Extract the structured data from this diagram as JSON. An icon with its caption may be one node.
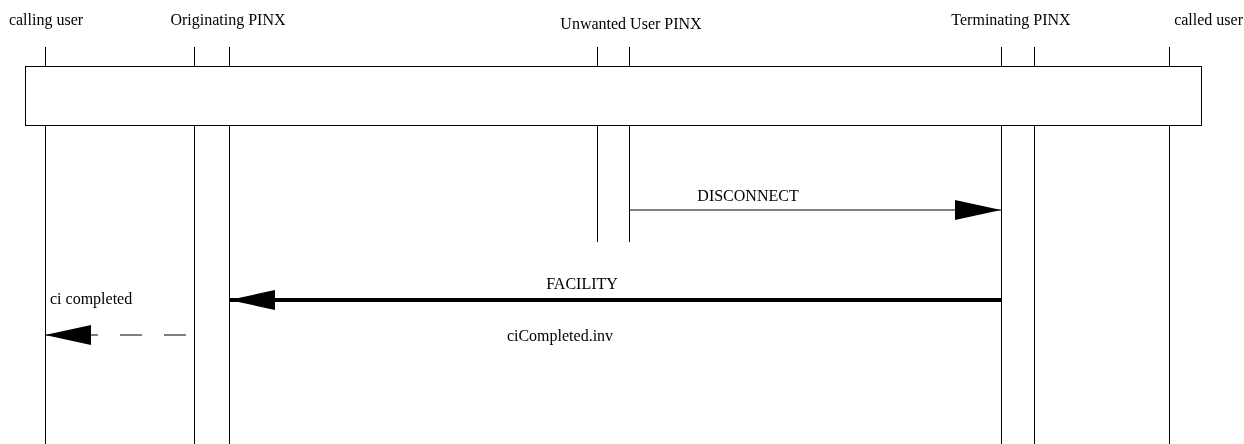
{
  "diagram": {
    "nodes": [
      {
        "text": [
          "calling user"
        ]
      },
      {
        "text": [
          "Originating PINX"
        ]
      },
      {
        "text": [
          "Unwanted User PINX"
        ]
      },
      {
        "text": [
          "Terminating PINX"
        ]
      },
      {
        "text": [
          "called user"
        ]
      },
      {
        "text": [],
        "shape": "box"
      }
    ],
    "edges": [
      {
        "from": 2,
        "to": 3,
        "arrow": "to",
        "label": "DISCONNECT"
      },
      {
        "from": 3,
        "to": 1,
        "arrow": "to",
        "label": "FACILITY",
        "style": "thick"
      },
      {
        "from": 1,
        "to": 0,
        "arrow": "to",
        "label": "ci completed",
        "style": "dashed"
      }
    ],
    "labels": [
      "ciCompleted.inv"
    ]
  }
}
